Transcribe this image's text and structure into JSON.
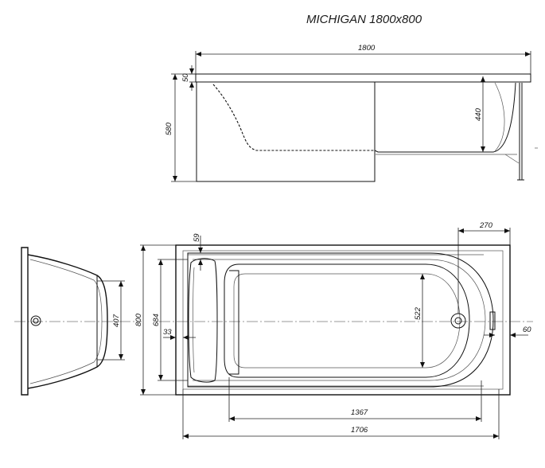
{
  "title": "MICHIGAN 1800x800",
  "side_view": {
    "length": "1800",
    "rim": "50",
    "height": "580",
    "depth": "440"
  },
  "top_view": {
    "offset": "59",
    "outer_width": "800",
    "inner_width": "684",
    "inlet": "33",
    "bottom_width": "522",
    "drain_center": "270",
    "overflow": "60",
    "bottom_length": "1367",
    "inner_length": "1706"
  },
  "end_view": {
    "width": "407"
  }
}
